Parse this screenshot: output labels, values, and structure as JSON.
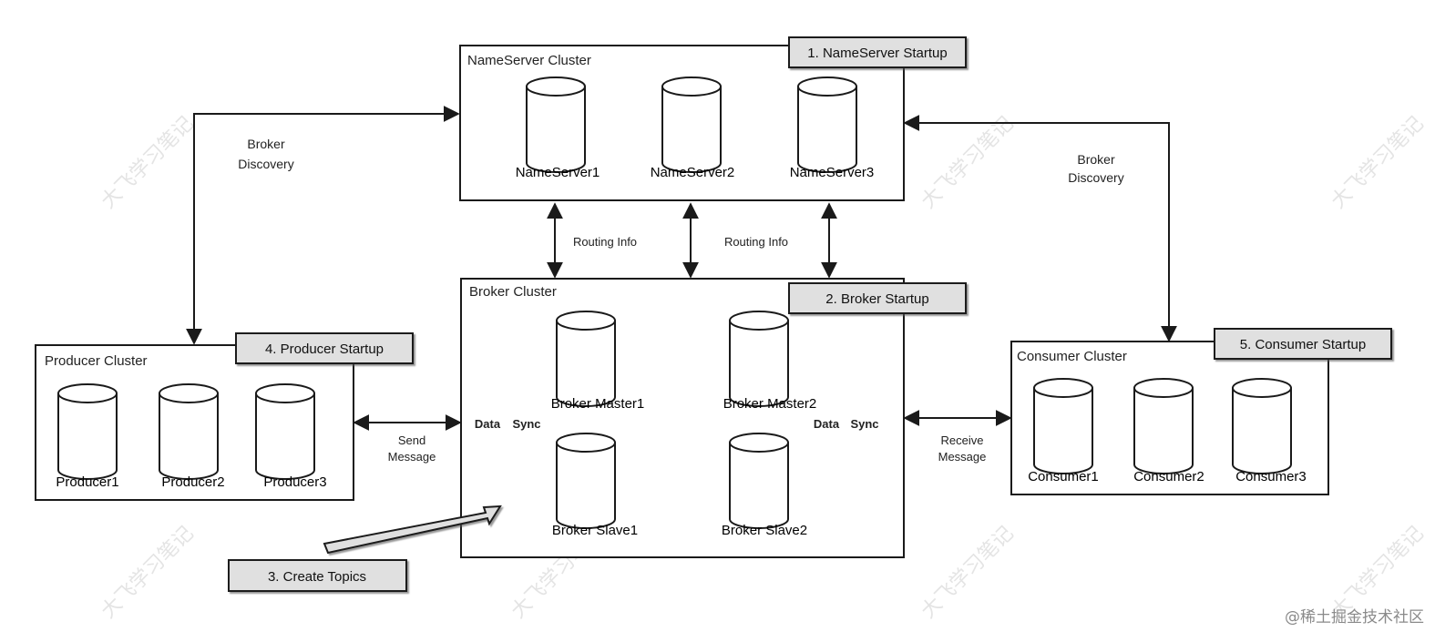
{
  "clusters": {
    "nameserver": {
      "label": "NameServer Cluster",
      "step": "1. NameServer Startup",
      "nodes": [
        "NameServer1",
        "NameServer2",
        "NameServer3"
      ]
    },
    "broker": {
      "label": "Broker Cluster",
      "step": "2. Broker Startup",
      "nodes": [
        "Broker Master1",
        "Broker Master2",
        "Broker Slave1",
        "Broker Slave2"
      ]
    },
    "producer": {
      "label": "Producer Cluster",
      "step": "4. Producer Startup",
      "nodes": [
        "Producer1",
        "Producer2",
        "Producer3"
      ]
    },
    "consumer": {
      "label": "Consumer Cluster",
      "step": "5. Consumer Startup",
      "nodes": [
        "Consumer1",
        "Consumer2",
        "Consumer3"
      ]
    }
  },
  "steps": {
    "create_topics": "3. Create Topics"
  },
  "edge_labels": {
    "producer_discovery": [
      "Broker",
      "Discovery"
    ],
    "consumer_discovery": [
      "Broker",
      "Discovery"
    ],
    "routing_info_left": "Routing Info",
    "routing_info_right": "Routing Info",
    "send_message": [
      "Send",
      "Message"
    ],
    "receive_message": [
      "Receive",
      "Message"
    ],
    "data_sync_left": [
      "Data",
      "Sync"
    ],
    "data_sync_right": [
      "Data",
      "Sync"
    ]
  },
  "watermark": "大飞学习笔记",
  "footer": "@稀土掘金技术社区"
}
